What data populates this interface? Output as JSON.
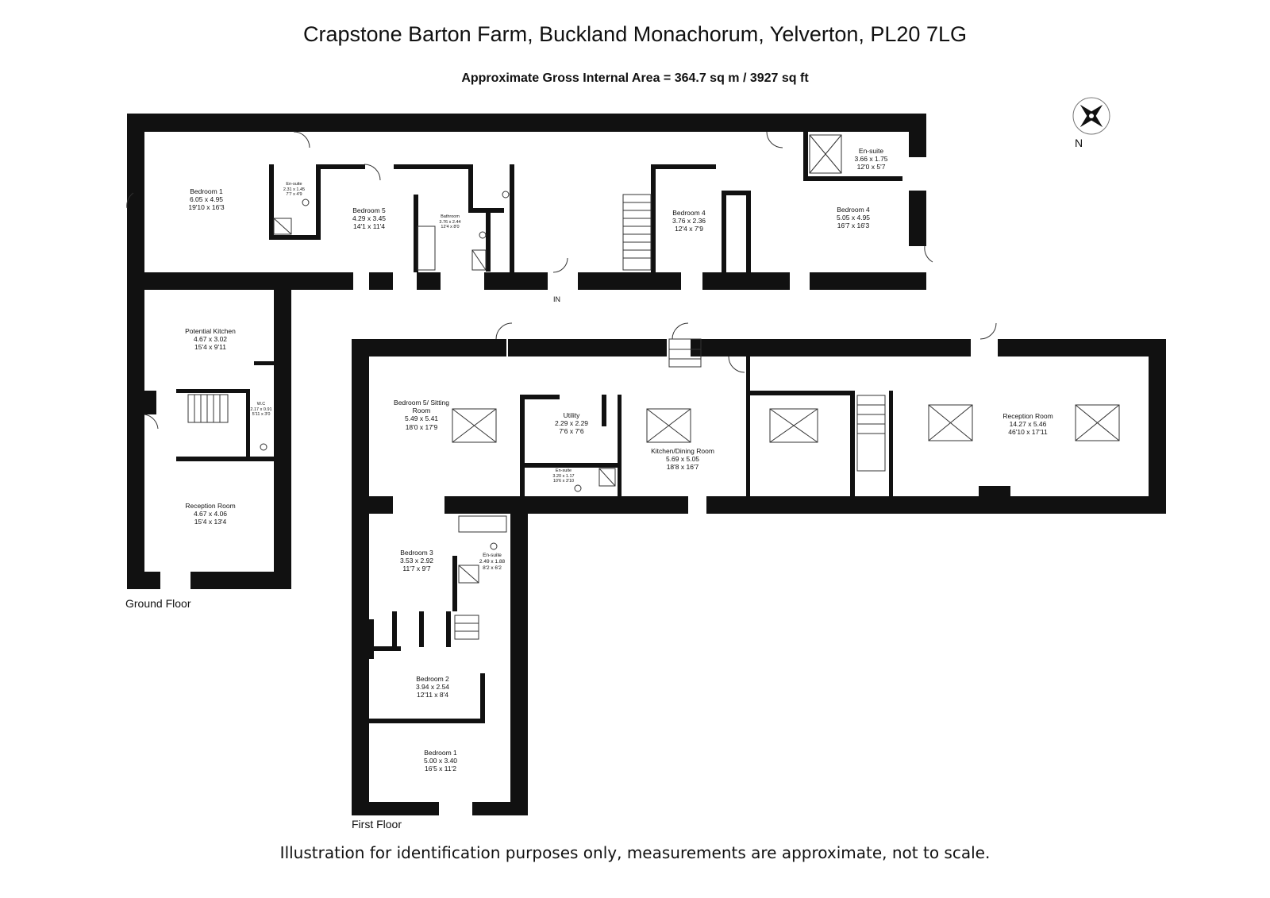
{
  "title": "Crapstone Barton Farm, Buckland Monachorum, Yelverton, PL20 7LG",
  "area": "Approximate Gross Internal Area = 364.7 sq m / 3927 sq ft",
  "compass": {
    "label": "N",
    "icon": "compass-rose-icon"
  },
  "floors": {
    "ground": "Ground Floor",
    "first": "First Floor"
  },
  "entrance_label": "IN",
  "rooms": [
    {
      "name": "Bedroom 1",
      "metric": "6.05 x 4.95",
      "imperial": "19'10 x 16'3"
    },
    {
      "name": "En-suite",
      "metric": "2.31 x 1.45",
      "imperial": "7'7 x 4'9"
    },
    {
      "name": "Bedroom 5",
      "metric": "4.29 x 3.45",
      "imperial": "14'1 x 11'4"
    },
    {
      "name": "Bathroom",
      "metric": "3.76 x 2.44",
      "imperial": "12'4 x 8'0"
    },
    {
      "name": "Bedroom 4",
      "metric": "3.76 x 2.36",
      "imperial": "12'4 x 7'9"
    },
    {
      "name": "En-suite",
      "metric": "3.66 x 1.75",
      "imperial": "12'0 x 5'7"
    },
    {
      "name": "Bedroom 4",
      "metric": "5.05 x 4.95",
      "imperial": "16'7 x 16'3"
    },
    {
      "name": "Potential Kitchen",
      "metric": "4.67 x 3.02",
      "imperial": "15'4 x 9'11"
    },
    {
      "name": "W.C",
      "metric": "2.17 x 0.91",
      "imperial": "5'11 x 3'0"
    },
    {
      "name": "Reception Room",
      "metric": "4.67 x 4.06",
      "imperial": "15'4 x 13'4"
    },
    {
      "name": "Bedroom 5/ Sitting Room",
      "metric": "5.49 x 5.41",
      "imperial": "18'0 x 17'9"
    },
    {
      "name": "Utility",
      "metric": "2.29 x 2.29",
      "imperial": "7'6 x 7'6"
    },
    {
      "name": "En-suite",
      "metric": "3.20 x 1.17",
      "imperial": "10'6 x 3'10"
    },
    {
      "name": "Kitchen/Dining Room",
      "metric": "5.69 x 5.05",
      "imperial": "18'8 x 16'7"
    },
    {
      "name": "Reception Room",
      "metric": "14.27 x 5.46",
      "imperial": "46'10 x 17'11"
    },
    {
      "name": "Bedroom 3",
      "metric": "3.53 x 2.92",
      "imperial": "11'7 x 9'7"
    },
    {
      "name": "En-suite",
      "metric": "2.49 x 1.88",
      "imperial": "8'2 x 6'2"
    },
    {
      "name": "Bedroom 2",
      "metric": "3.94 x 2.54",
      "imperial": "12'11 x 8'4"
    },
    {
      "name": "Bedroom 1",
      "metric": "5.00 x 3.40",
      "imperial": "16'5 x 11'2"
    }
  ],
  "disclaimer": "Illustration for identification purposes only, measurements are approximate, not to scale."
}
